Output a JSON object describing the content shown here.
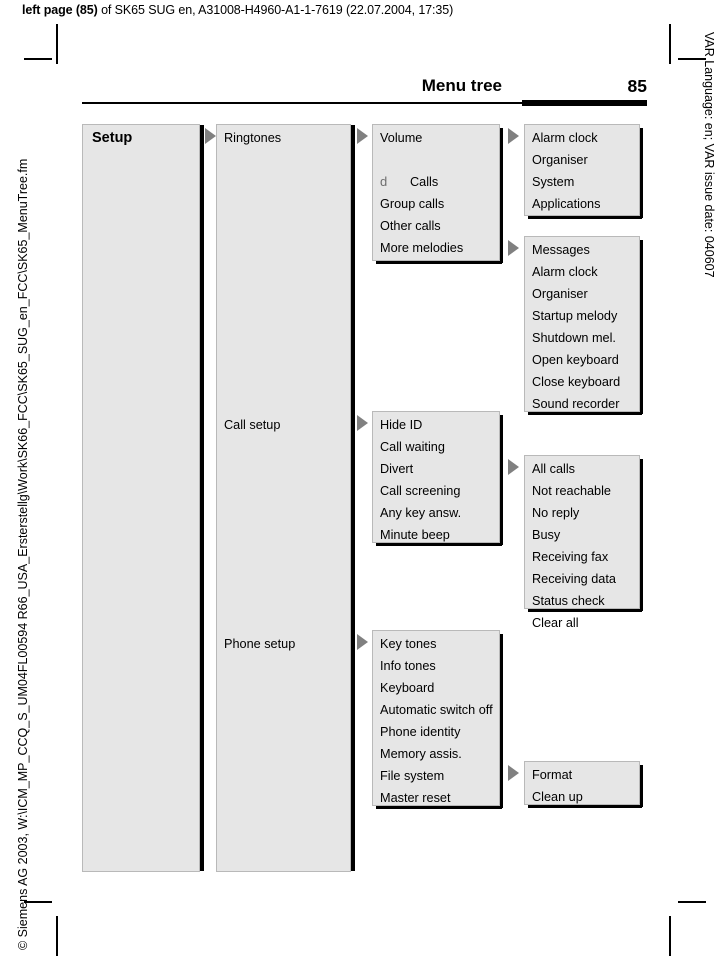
{
  "print_job_line": {
    "bold_prefix": "left page (85)",
    "rest": " of SK65 SUG en, A31008-H4960-A1-1-7619 (22.07.2004, 17:35)"
  },
  "side_text": {
    "left": "© Siemens AG 2003, W:\\ICM_MP_CCQ_S_UM04FL00594 R66_USA_Ersterstellg\\Work\\SK66_FCC\\SK65_SUG_en_FCC\\SK65_MenuTree.fm",
    "right": "VAR Language: en; VAR issue date: 040607"
  },
  "header": {
    "title": "Menu tree",
    "page_number": "85"
  },
  "colors": {
    "panel_fill": "#e6e6e6",
    "panel_border": "#b9b9b9",
    "shadow": "#000000",
    "arrow": "#808080",
    "symbol_glyph": "#6e6e6e"
  },
  "tree": {
    "level1": {
      "label": "Setup"
    },
    "level2": [
      {
        "label": "Ringtones"
      },
      {
        "label": "Call setup"
      },
      {
        "label": "Phone setup"
      }
    ],
    "level3": [
      {
        "parent": "Ringtones",
        "items": [
          {
            "text": "Volume"
          },
          {
            "text": ""
          },
          {
            "glyph": "d",
            "text": "Calls"
          },
          {
            "text": "Group calls"
          },
          {
            "text": "Other calls"
          },
          {
            "text": "More melodies"
          }
        ]
      },
      {
        "parent": "Call setup",
        "items": [
          {
            "text": "Hide ID"
          },
          {
            "text": "Call waiting"
          },
          {
            "text": "Divert"
          },
          {
            "text": "Call screening"
          },
          {
            "text": "Any key answ."
          },
          {
            "text": "Minute beep"
          }
        ]
      },
      {
        "parent": "Phone setup",
        "items": [
          {
            "text": "Key tones"
          },
          {
            "text": "Info tones"
          },
          {
            "text": "Keyboard"
          },
          {
            "text": "Automatic switch off"
          },
          {
            "text": "Phone identity"
          },
          {
            "text": "Memory assis."
          },
          {
            "text": "File system"
          },
          {
            "text": "Master reset"
          }
        ]
      }
    ],
    "level4": [
      {
        "parent": "Volume",
        "items": [
          {
            "text": "Alarm clock"
          },
          {
            "text": "Organiser"
          },
          {
            "text": "System"
          },
          {
            "text": "Applications"
          }
        ]
      },
      {
        "parent": "More melodies",
        "items": [
          {
            "text": "Messages"
          },
          {
            "text": "Alarm clock"
          },
          {
            "text": "Organiser"
          },
          {
            "text": "Startup melody"
          },
          {
            "text": "Shutdown mel."
          },
          {
            "text": "Open keyboard"
          },
          {
            "text": "Close keyboard"
          },
          {
            "text": "Sound recorder"
          }
        ]
      },
      {
        "parent": "Divert",
        "items": [
          {
            "text": "All calls"
          },
          {
            "text": "Not reachable"
          },
          {
            "text": "No reply"
          },
          {
            "text": "Busy"
          },
          {
            "text": "Receiving fax"
          },
          {
            "text": "Receiving data"
          },
          {
            "text": "Status check"
          },
          {
            "text": "Clear all"
          }
        ]
      },
      {
        "parent": "File system",
        "items": [
          {
            "text": "Format"
          },
          {
            "text": "Clean up"
          }
        ]
      }
    ]
  }
}
